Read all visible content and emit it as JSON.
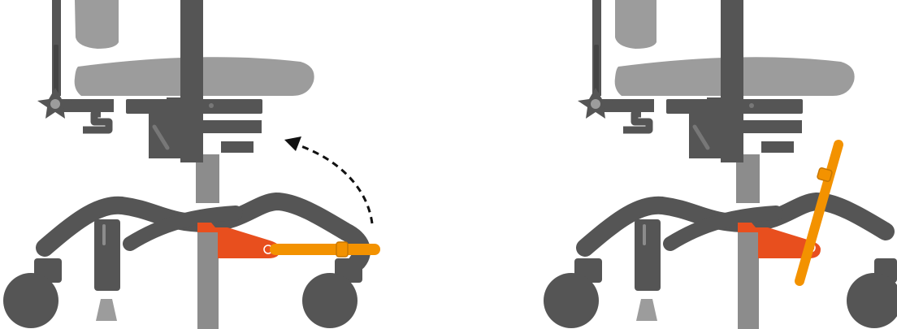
{
  "colors": {
    "frame": "#555555",
    "seat": "#9c9c9c",
    "gas_spring": "#8c8c8c",
    "lock_plate": "#e84f1e",
    "lever": "#f39200",
    "arrow": "#111111",
    "background": "#ffffff"
  },
  "icons": {
    "knob": "star-knob-icon",
    "arrow": "dashed-curved-arrow-icon"
  },
  "panels": [
    {
      "state": "lever-horizontal",
      "lever_angle_deg": 0,
      "shows_arrow": true
    },
    {
      "state": "lever-raised",
      "lever_angle_deg": 73,
      "shows_arrow": false
    }
  ]
}
